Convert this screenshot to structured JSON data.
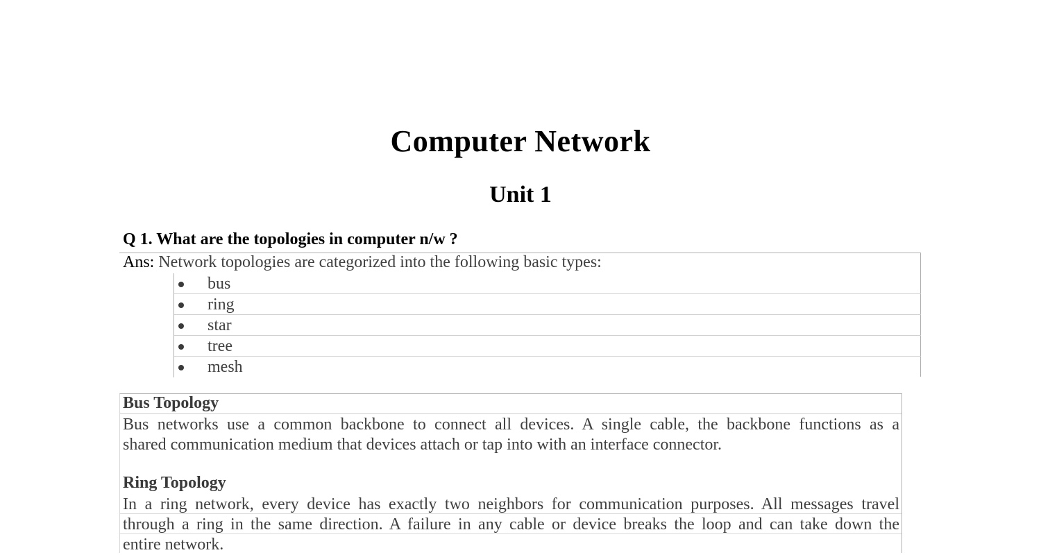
{
  "document": {
    "title": "Computer Network",
    "subtitle": "Unit 1",
    "question": {
      "label": "Q 1. What are the topologies in computer n/w ?",
      "answer_label": "Ans:",
      "answer_text": " Network topologies are categorized into the following basic types:",
      "items": [
        "bus",
        "ring",
        "star",
        "tree",
        "mesh"
      ]
    },
    "sections": [
      {
        "heading": "Bus Topology",
        "lines": [
          "Bus networks use a common backbone to connect all devices. A single cable, the backbone functions as a",
          "shared communication medium that devices attach or tap into with an interface connector."
        ]
      },
      {
        "heading": "Ring Topology",
        "lines": [
          "In a ring network, every device has exactly two neighbors for communication purposes. All messages travel",
          "through a ring in the same direction. A failure in any cable or device breaks the loop and can take down the",
          "entire network."
        ]
      }
    ]
  },
  "colors": {
    "heading": "#000000",
    "body_text": "#404040",
    "section_heading": "#3a3a3a",
    "rule": "#b0b0b0"
  }
}
